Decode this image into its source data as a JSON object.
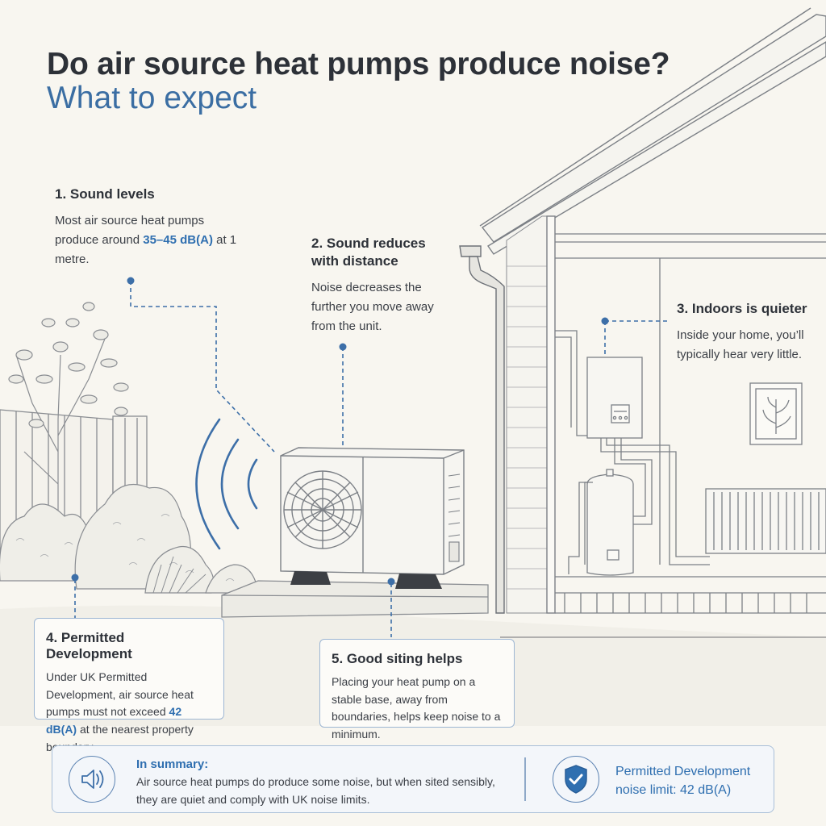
{
  "header": {
    "title": "Do air source heat pumps produce noise?",
    "subtitle": "What to expect"
  },
  "callouts": {
    "sound_levels": {
      "title": "1. Sound levels",
      "text_before": "Most air source heat pumps produce around ",
      "highlight": "35–45 dB(A)",
      "text_after": " at 1 metre."
    },
    "distance": {
      "title_line1": "2. Sound reduces",
      "title_line2": "with distance",
      "text": "Noise decreases the further you move away from the unit."
    },
    "indoors": {
      "title": "3. Indoors is quieter",
      "text": "Inside your home, you’ll typically hear very little."
    },
    "permitted": {
      "title": "4. Permitted Development",
      "text_before": "Under UK Permitted Development, air source heat pumps must not exceed ",
      "highlight": "42 dB(A)",
      "text_after": " at the nearest property boundary."
    },
    "siting": {
      "title": "5. Good siting helps",
      "text": "Placing your heat pump on a stable base, away from boundaries, helps keep noise to a minimum."
    }
  },
  "summary": {
    "heading": "In summary:",
    "text": "Air source heat pumps do produce some noise, but when sited sensibly, they are quiet and comply with UK noise limits.",
    "limit_line1": "Permitted Development",
    "limit_line2": "noise limit: 42 dB(A)",
    "speaker_icon": "speaker-icon",
    "shield_icon": "shield-check-icon"
  },
  "colors": {
    "accent_blue": "#2f6fb0",
    "line_gray": "#8a8d92",
    "background": "#f8f6f0"
  }
}
